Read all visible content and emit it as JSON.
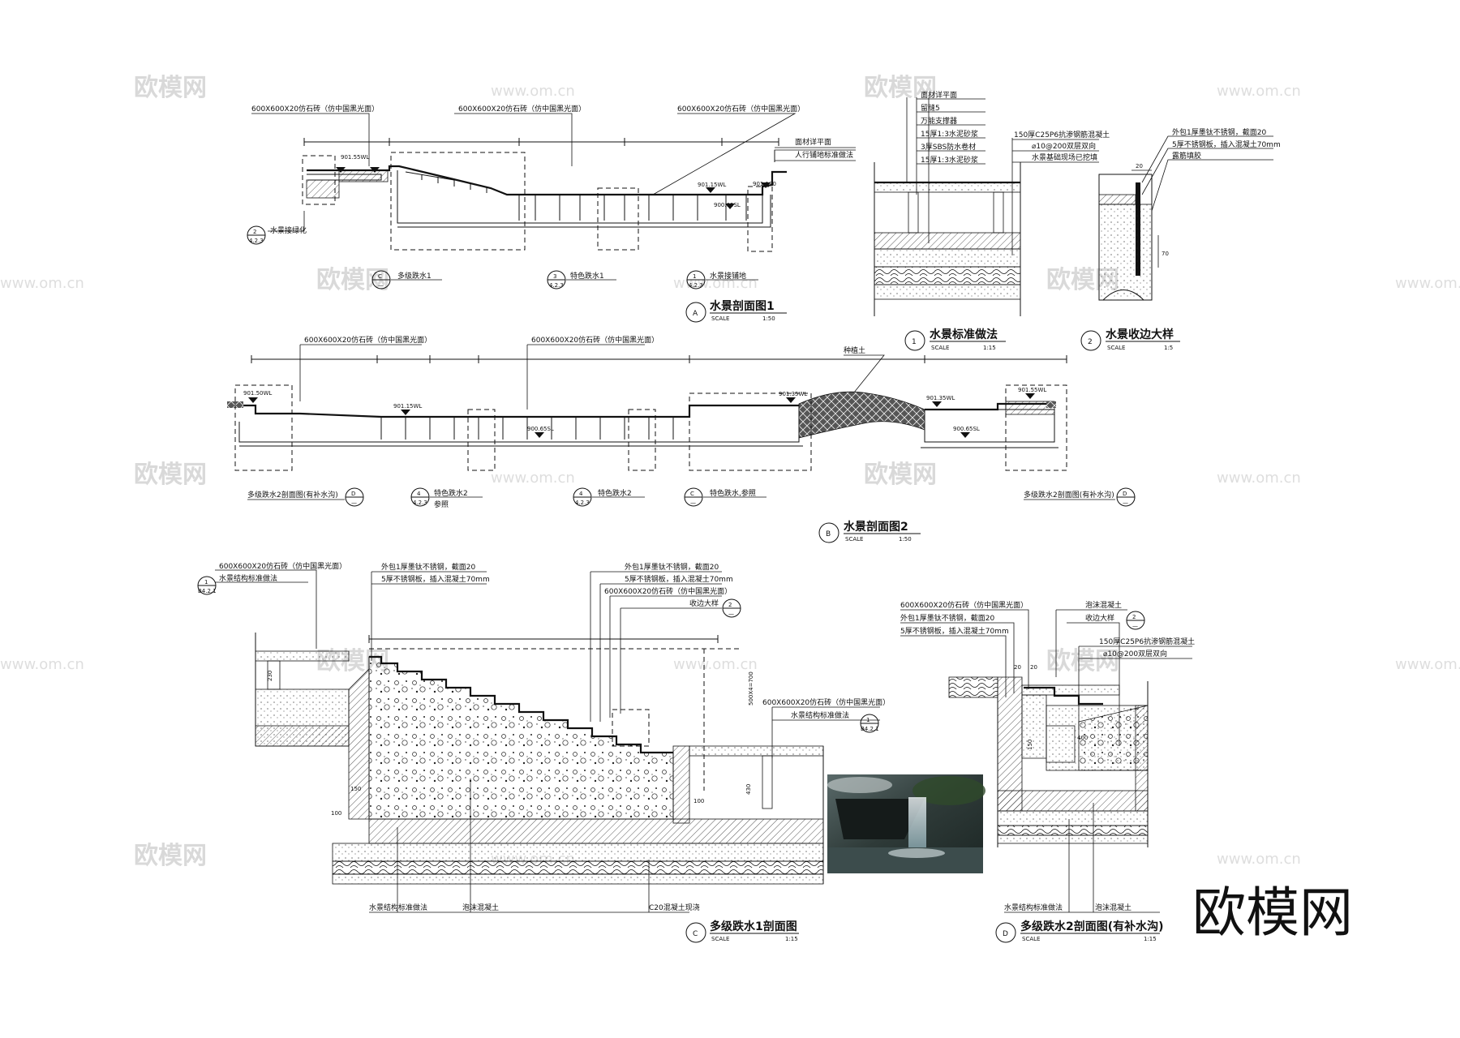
{
  "section_a": {
    "title": "水景剖面图1",
    "scale_label": "SCALE",
    "scale": "1:50",
    "letter": "A",
    "top_labels": [
      "600X600X20仿石砖（仿中国黑光面）",
      "600X600X20仿石砖（仿中国黑光面）",
      "600X600X20仿石砖（仿中国黑光面）"
    ],
    "right_labels": [
      "面材详平面",
      "人行铺地标准做法"
    ],
    "levels": [
      "901.55WL",
      "901.15WL",
      "900.65SL",
      "901.190"
    ],
    "callouts": [
      {
        "num": "2",
        "ref": "4.2.3",
        "text": "水景接绿化"
      },
      {
        "num": "C",
        "ref": "—",
        "text": "多级跌水1"
      },
      {
        "num": "3",
        "ref": "4.2.3",
        "text": "特色跌水1"
      },
      {
        "num": "1",
        "ref": "4.2.3",
        "text": "水景接铺地"
      }
    ]
  },
  "detail_1": {
    "title": "水景标准做法",
    "scale_label": "SCALE",
    "scale": "1:15",
    "num": "1",
    "layers": [
      "面材详平面",
      "留缝5",
      "万能支撑器",
      "15厚1:3水泥砂浆",
      "3厚SBS防水卷材",
      "15厚1:3水泥砂浆"
    ],
    "right_labels": [
      "150厚C25P6抗渗钢筋混凝土",
      "⌀10@200双层双向",
      "水景基础现场已挖填"
    ]
  },
  "detail_2": {
    "title": "水景收边大样",
    "scale_label": "SCALE",
    "scale": "1:5",
    "num": "2",
    "labels": [
      "外包1厚墨钛不锈钢，截面20",
      "5厚不锈钢板，插入混凝土70mm",
      "露筋填胶"
    ],
    "dims": [
      "20",
      "70"
    ]
  },
  "section_b": {
    "title": "水景剖面图2",
    "scale_label": "SCALE",
    "scale": "1:50",
    "letter": "B",
    "top_labels": [
      "600X600X20仿石砖（仿中国黑光面）",
      "600X600X20仿石砖（仿中国黑光面）",
      "种植土"
    ],
    "levels": [
      "901.50WL",
      "901.15WL",
      "900.65SL",
      "901.35WL",
      "901.35WL",
      "900.65SL",
      "901.55WL"
    ],
    "callouts": [
      {
        "num": "D",
        "ref": "—",
        "text": "多级跌水2剖面图(有补水沟)"
      },
      {
        "num": "4",
        "ref": "4.2.3",
        "text": "特色跌水2"
      },
      {
        "num": "4",
        "ref": "4.2.3",
        "text": "特色跌水2"
      },
      {
        "num": "C",
        "ref": "—",
        "text": "特色跌水,参照"
      },
      {
        "num": "D",
        "ref": "—",
        "text": "多级跌水2剖面图(有补水沟)"
      }
    ],
    "extra": "参照"
  },
  "section_c": {
    "title": "多级跌水1剖面图",
    "scale_label": "SCALE",
    "scale": "1:15",
    "letter": "C",
    "left_labels": [
      "600X600X20仿石砖（仿中国黑光面）",
      "水景结构标准做法"
    ],
    "left_ref": {
      "num": "1",
      "ref": "B4.2.1"
    },
    "mid_labels": [
      "外包1厚墨钛不锈钢，截面20",
      "5厚不锈钢板，插入混凝土70mm"
    ],
    "right_labels": [
      "外包1厚墨钛不锈钢，截面20",
      "5厚不锈钢板，插入混凝土70mm",
      "600X600X20仿石砖（仿中国黑光面）",
      "收边大样"
    ],
    "right_ref": {
      "num": "2",
      "ref": "—"
    },
    "lower_right_labels": [
      "600X600X20仿石砖（仿中国黑光面）",
      "水景结构标准做法"
    ],
    "lower_right_ref": {
      "num": "1",
      "ref": "B4.2.1"
    },
    "bottom_labels": [
      "水景结构标准做法",
      "泡沫混凝土",
      "C20混凝土现浇"
    ],
    "dims": [
      "230",
      "100",
      "150",
      "430",
      "100",
      "500X4=700"
    ]
  },
  "section_d": {
    "title": "多级跌水2剖面图(有补水沟)",
    "scale_label": "SCALE",
    "scale": "1:15",
    "letter": "D",
    "labels": [
      "600X600X20仿石砖（仿中国黑光面）",
      "外包1厚墨钛不锈钢，截面20",
      "5厚不锈钢板，插入混凝土70mm"
    ],
    "right_labels": [
      "泡沫混凝土",
      "收边大样",
      "150厚C25P6抗渗钢筋混凝土",
      "⌀10@200双层双向"
    ],
    "right_ref": {
      "num": "2",
      "ref": "—"
    },
    "bottom_labels": [
      "水景结构标准做法",
      "泡沫混凝土"
    ],
    "dims": [
      "20",
      "20",
      "400",
      "150"
    ]
  },
  "watermarks": [
    "欧模网",
    "www.om.cn"
  ],
  "brand": "欧模网"
}
